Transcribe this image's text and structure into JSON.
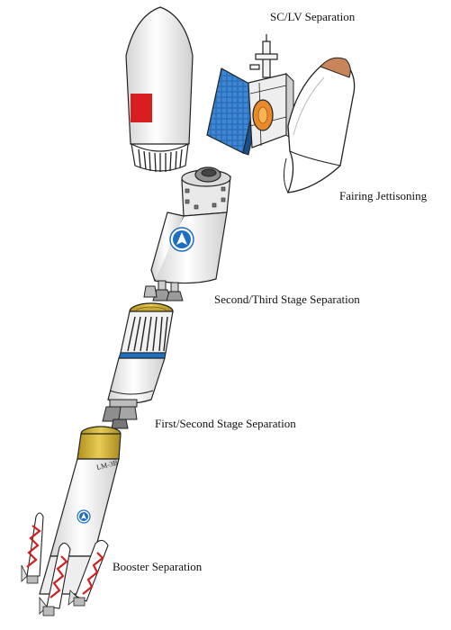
{
  "labels": {
    "sc_lv_separation": "SC/LV Separation",
    "fairing_jettisoning": "Fairing Jettisoning",
    "second_third_stage_separation": "Second/Third Stage Separation",
    "first_second_stage_separation": "First/Second Stage Separation",
    "booster_separation": "Booster Separation"
  },
  "vehicle_marking": "LM-3B",
  "colors": {
    "outline": "#222222",
    "body_white": "#f6f6f6",
    "body_shade": "#d9d9d9",
    "red_flag": "#d81e1e",
    "accent_blue": "#1e6fc0",
    "solar_panel": "#2a6fb8",
    "gold_interior": "#d4b53a",
    "orange_engine": "#e88a2a",
    "fairing_tip": "#c9855a",
    "booster_red": "#cc2222"
  },
  "icons": [
    "rocket-logo-icon"
  ]
}
